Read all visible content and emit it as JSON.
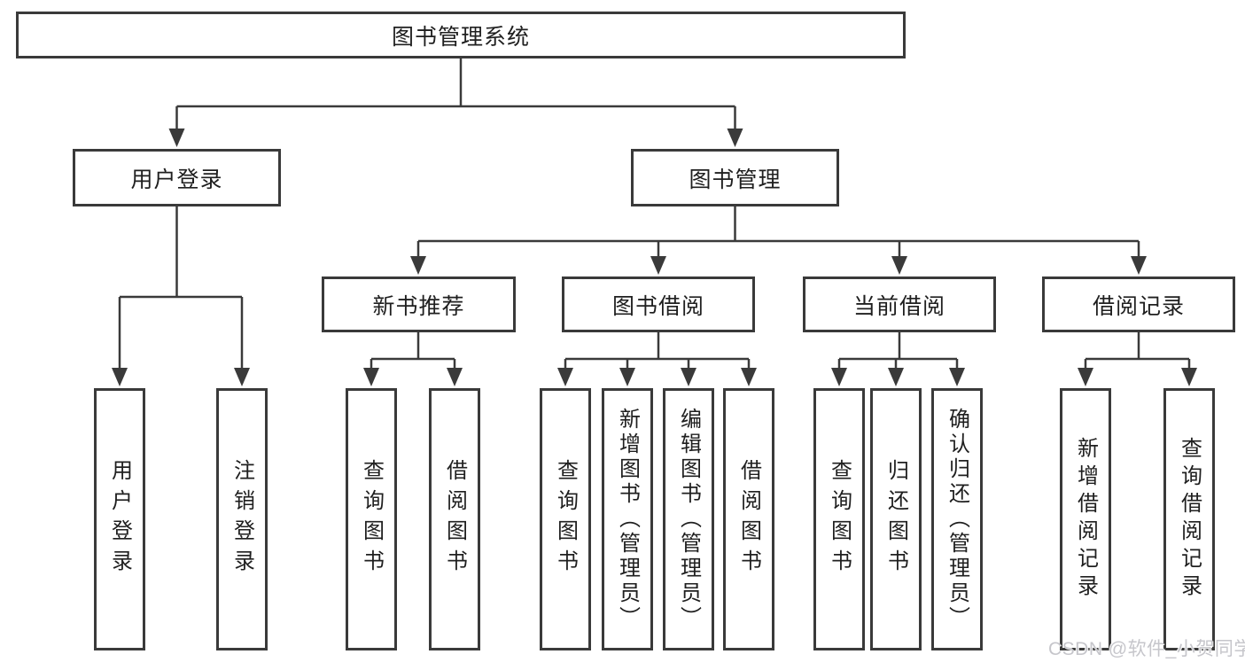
{
  "tree": {
    "root": "图书管理系统",
    "branches": [
      {
        "label": "用户登录",
        "children": [
          "用户登录",
          "注销登录"
        ]
      },
      {
        "label": "图书管理",
        "sections": [
          {
            "label": "新书推荐",
            "children": [
              "查询图书",
              "借阅图书"
            ]
          },
          {
            "label": "图书借阅",
            "children": [
              "查询图书",
              "新增图书（管理员）",
              "编辑图书（管理员）",
              "借阅图书"
            ]
          },
          {
            "label": "当前借阅",
            "children": [
              "查询图书",
              "归还图书",
              "确认归还（管理员）"
            ]
          },
          {
            "label": "借阅记录",
            "children": [
              "新增借阅记录",
              "查询借阅记录"
            ]
          }
        ]
      }
    ]
  },
  "watermark": "CSDN @软件_小贺同学",
  "colors": {
    "line": "#3a3a3a",
    "box_border": "#3a3a3a",
    "text": "#1f1f1f",
    "watermark": "#c6c6cb",
    "background": "#ffffff"
  }
}
